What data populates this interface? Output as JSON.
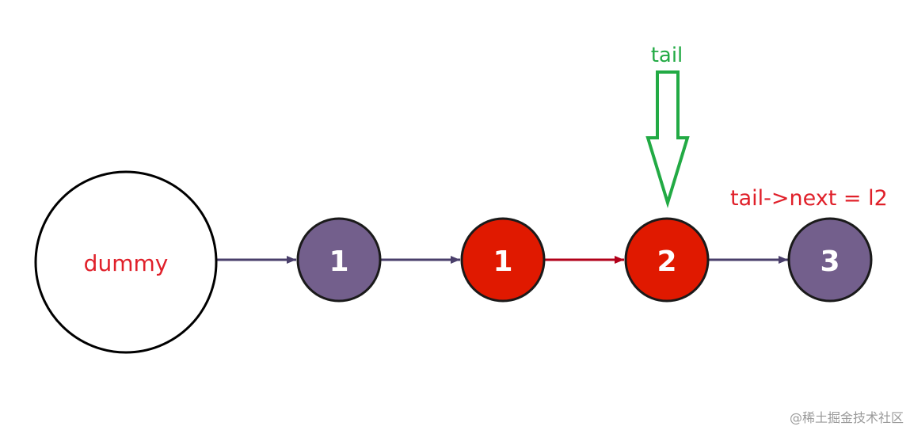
{
  "colors": {
    "purple_node": "#735f8c",
    "red_node": "#e01900",
    "black_edge": "#4a3f6b",
    "red_edge": "#b2001a",
    "green_pointer": "#22aa44",
    "label_red": "#e0202a"
  },
  "nodes": {
    "dummy": {
      "label": "dummy"
    },
    "n1": {
      "value": "1"
    },
    "n2": {
      "value": "1"
    },
    "n3": {
      "value": "2"
    },
    "n4": {
      "value": "3"
    }
  },
  "pointer": {
    "label": "tail"
  },
  "annotation": {
    "text": "tail->next = l2"
  },
  "watermark": {
    "text": "@稀土掘金技术社区"
  }
}
